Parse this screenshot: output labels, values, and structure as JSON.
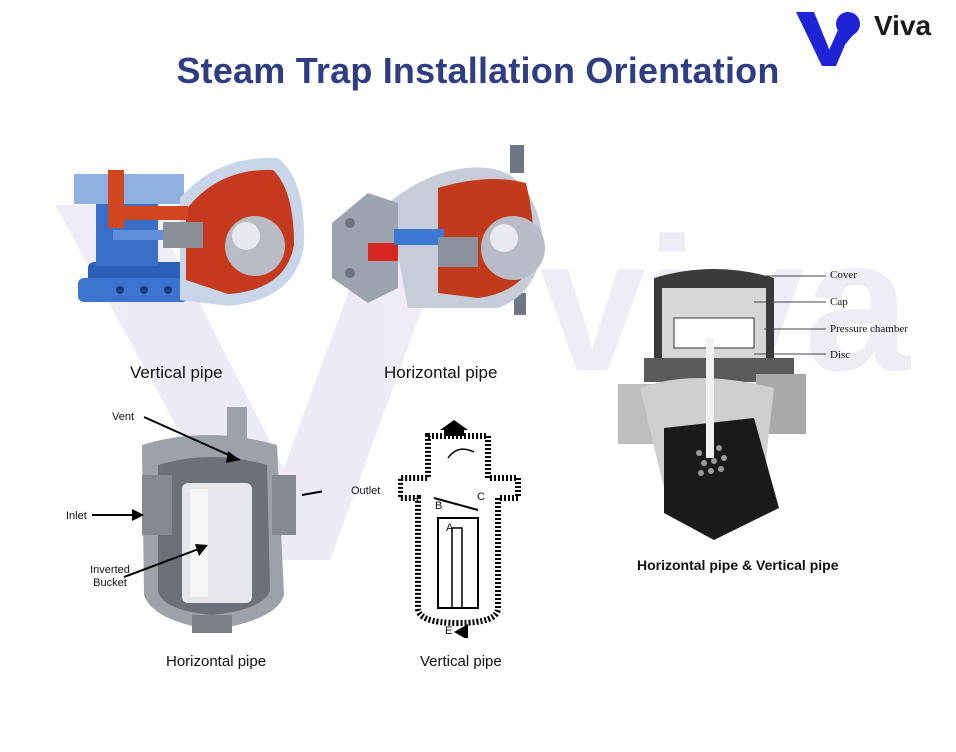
{
  "slide": {
    "title": "Steam Trap Installation Orientation",
    "brand": {
      "name": "Viva",
      "color": "#1e24d6"
    }
  },
  "figures": [
    {
      "caption": "Vertical pipe",
      "kind": "float trap cutaway"
    },
    {
      "caption": "Horizontal pipe",
      "kind": "float trap cutaway"
    },
    {
      "caption": "Horizontal pipe",
      "kind": "inverted bucket trap",
      "labels": {
        "vent": "Vent",
        "inlet": "Inlet",
        "outlet": "Outlet",
        "bucket": "Inverted\nBucket"
      }
    },
    {
      "caption": "Vertical pipe",
      "kind": "inverted bucket schematic",
      "labels": {
        "a": "A",
        "b": "B",
        "c": "C",
        "e": "E"
      }
    },
    {
      "caption": "Horizontal pipe & Vertical pipe",
      "kind": "disc trap cutaway",
      "labels": {
        "cover": "Cover",
        "cap": "Cap",
        "pressure_chamber": "Pressure chamber",
        "disc": "Disc"
      }
    }
  ]
}
